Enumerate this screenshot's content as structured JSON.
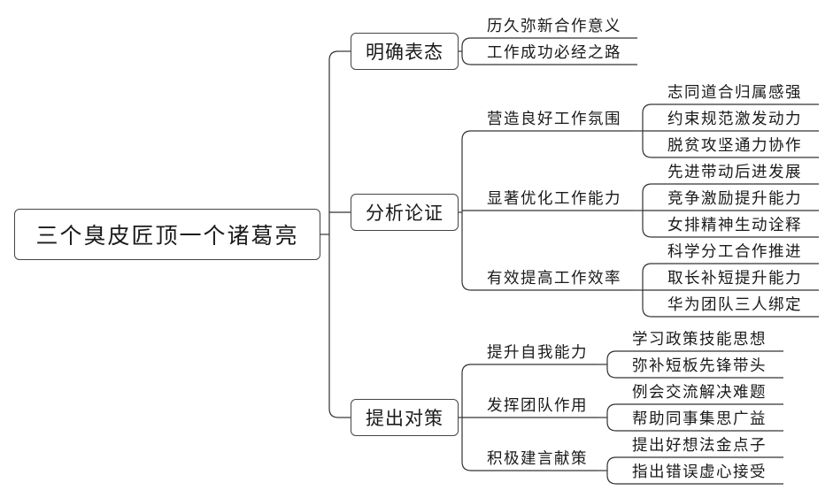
{
  "root": "三个臭皮匠顶一个诸葛亮",
  "branches": [
    {
      "label": "明确表态",
      "children": [
        {
          "label": "历久弥新合作意义"
        },
        {
          "label": "工作成功必经之路"
        }
      ]
    },
    {
      "label": "分析论证",
      "children": [
        {
          "label": "营造良好工作氛围",
          "children": [
            "志同道合归属感强",
            "约束规范激发动力",
            "脱贫攻坚通力协作"
          ]
        },
        {
          "label": "显著优化工作能力",
          "children": [
            "先进带动后进发展",
            "竞争激励提升能力",
            "女排精神生动诠释"
          ]
        },
        {
          "label": "有效提高工作效率",
          "children": [
            "科学分工合作推进",
            "取长补短提升能力",
            "华为团队三人绑定"
          ]
        }
      ]
    },
    {
      "label": "提出对策",
      "children": [
        {
          "label": "提升自我能力",
          "children": [
            "学习政策技能思想",
            "弥补短板先锋带头"
          ]
        },
        {
          "label": "发挥团队作用",
          "children": [
            "例会交流解决难题",
            "帮助同事集思广益"
          ]
        },
        {
          "label": "积极建言献策",
          "children": [
            "提出好想法金点子",
            "指出错误虚心接受"
          ]
        }
      ]
    }
  ]
}
